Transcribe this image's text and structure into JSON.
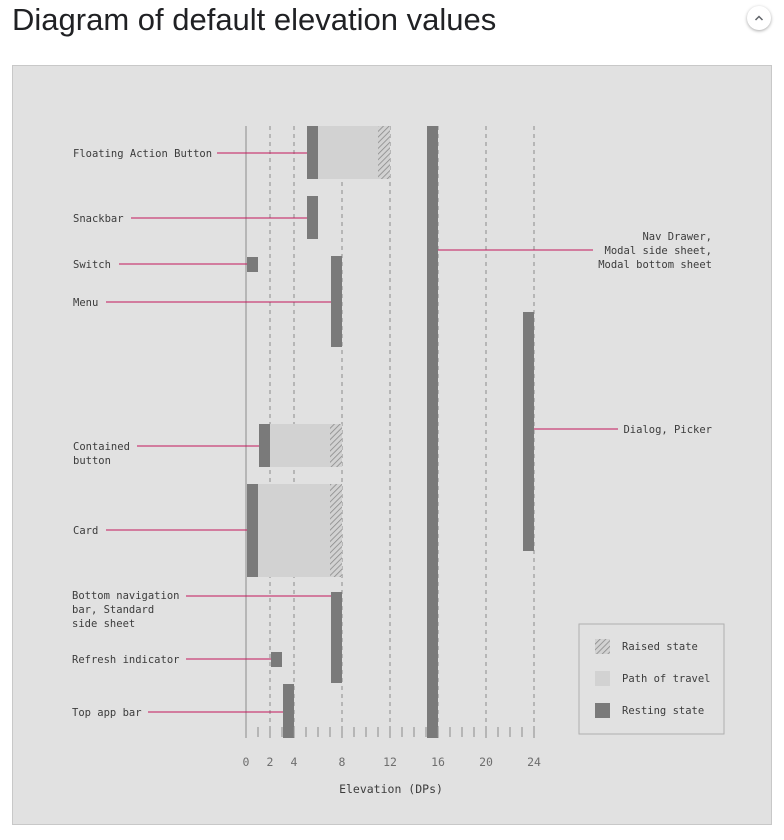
{
  "header": {
    "title": "Diagram of default elevation values",
    "collapse_icon": "chevron-up-icon"
  },
  "diagram": {
    "xlabel": "Elevation (DPs)",
    "x_ticks": [
      "0",
      "2",
      "4",
      "8",
      "12",
      "16",
      "20",
      "24"
    ],
    "x_tick_values": [
      0,
      2,
      4,
      8,
      12,
      16,
      20,
      24
    ],
    "colors": {
      "resting": "#7a7a7a",
      "path": "#d2d2d2",
      "raised_stripe": "#8a8a8a",
      "leader": "#c2185b",
      "background": "#e1e1e1"
    },
    "components": [
      {
        "name": "floating-action-button",
        "label": [
          "Floating Action Button"
        ],
        "side": "left",
        "resting": [
          6,
          6
        ],
        "path": [
          6,
          12
        ],
        "raised": [
          11,
          12
        ]
      },
      {
        "name": "snackbar",
        "label": [
          "Snackbar"
        ],
        "side": "left",
        "resting": [
          6,
          6
        ]
      },
      {
        "name": "switch",
        "label": [
          "Switch"
        ],
        "side": "left",
        "resting": [
          1,
          1
        ]
      },
      {
        "name": "menu",
        "label": [
          "Menu"
        ],
        "side": "left",
        "resting": [
          8,
          8
        ]
      },
      {
        "name": "contained-button",
        "label": [
          "Contained",
          "button"
        ],
        "side": "left",
        "resting": [
          2,
          2
        ],
        "path": [
          2,
          8
        ],
        "raised": [
          7,
          8
        ]
      },
      {
        "name": "card",
        "label": [
          "Card"
        ],
        "side": "left",
        "resting": [
          1,
          1
        ],
        "path": [
          1,
          8
        ],
        "raised": [
          7,
          8
        ]
      },
      {
        "name": "bottom-navigation-bar",
        "label": [
          "Bottom navigation",
          "bar, Standard",
          "side sheet"
        ],
        "side": "left",
        "resting": [
          8,
          8
        ]
      },
      {
        "name": "refresh-indicator",
        "label": [
          "Refresh indicator"
        ],
        "side": "left",
        "resting": [
          3,
          3
        ]
      },
      {
        "name": "top-app-bar",
        "label": [
          "Top app bar"
        ],
        "side": "left",
        "resting": [
          4,
          4
        ]
      },
      {
        "name": "nav-drawer",
        "label": [
          "Nav Drawer,",
          "Modal side sheet,",
          "Modal bottom sheet"
        ],
        "side": "right",
        "resting": [
          16,
          16
        ]
      },
      {
        "name": "dialog-picker",
        "label": [
          "Dialog, Picker"
        ],
        "side": "right",
        "resting": [
          24,
          24
        ]
      }
    ],
    "legend": [
      {
        "name": "raised",
        "label": "Raised state"
      },
      {
        "name": "path",
        "label": "Path of travel"
      },
      {
        "name": "resting",
        "label": "Resting state"
      }
    ]
  }
}
